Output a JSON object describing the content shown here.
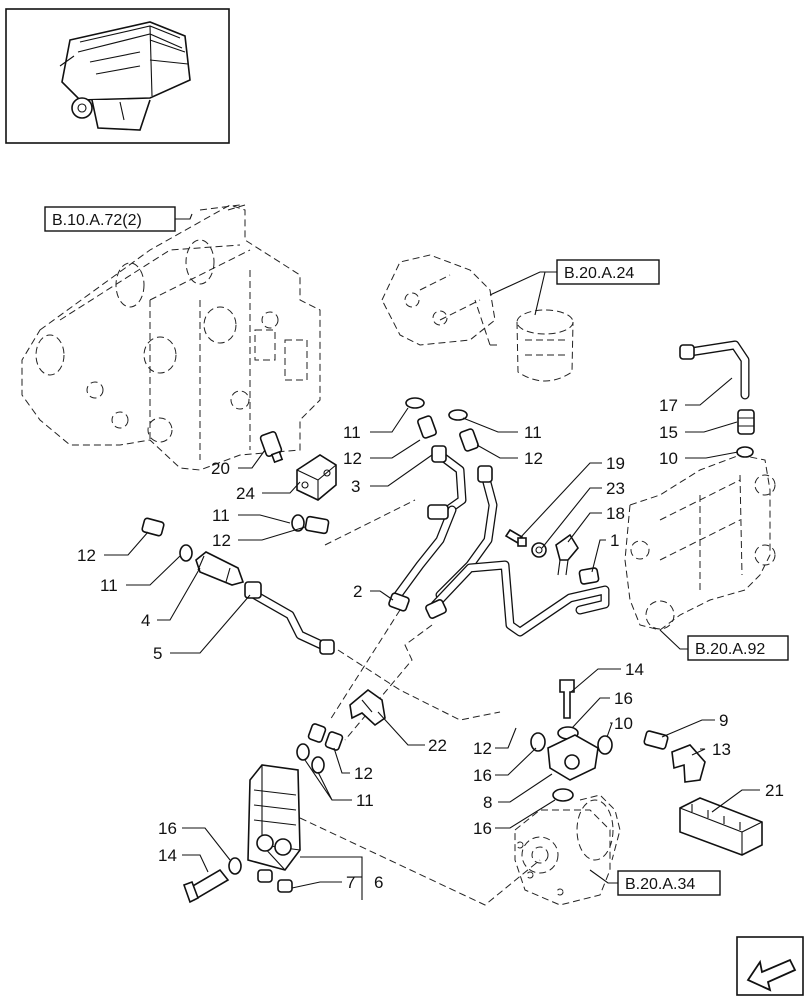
{
  "references": [
    {
      "id": "ref-b10a72",
      "label": "B.10.A.72(2)"
    },
    {
      "id": "ref-b20a24",
      "label": "B.20.A.24"
    },
    {
      "id": "ref-b20a92",
      "label": "B.20.A.92"
    },
    {
      "id": "ref-b20a34",
      "label": "B.20.A.34"
    }
  ],
  "callouts": [
    {
      "n": "11"
    },
    {
      "n": "12"
    },
    {
      "n": "3"
    },
    {
      "n": "24"
    },
    {
      "n": "20"
    },
    {
      "n": "11"
    },
    {
      "n": "12"
    },
    {
      "n": "12"
    },
    {
      "n": "11"
    },
    {
      "n": "4"
    },
    {
      "n": "5"
    },
    {
      "n": "2"
    },
    {
      "n": "11"
    },
    {
      "n": "12"
    },
    {
      "n": "19"
    },
    {
      "n": "23"
    },
    {
      "n": "18"
    },
    {
      "n": "1"
    },
    {
      "n": "17"
    },
    {
      "n": "15"
    },
    {
      "n": "10"
    },
    {
      "n": "14"
    },
    {
      "n": "16"
    },
    {
      "n": "10"
    },
    {
      "n": "9"
    },
    {
      "n": "13"
    },
    {
      "n": "22"
    },
    {
      "n": "12"
    },
    {
      "n": "16"
    },
    {
      "n": "12"
    },
    {
      "n": "11"
    },
    {
      "n": "8"
    },
    {
      "n": "21"
    },
    {
      "n": "16"
    },
    {
      "n": "16"
    },
    {
      "n": "14"
    },
    {
      "n": "7"
    },
    {
      "n": "6"
    }
  ]
}
